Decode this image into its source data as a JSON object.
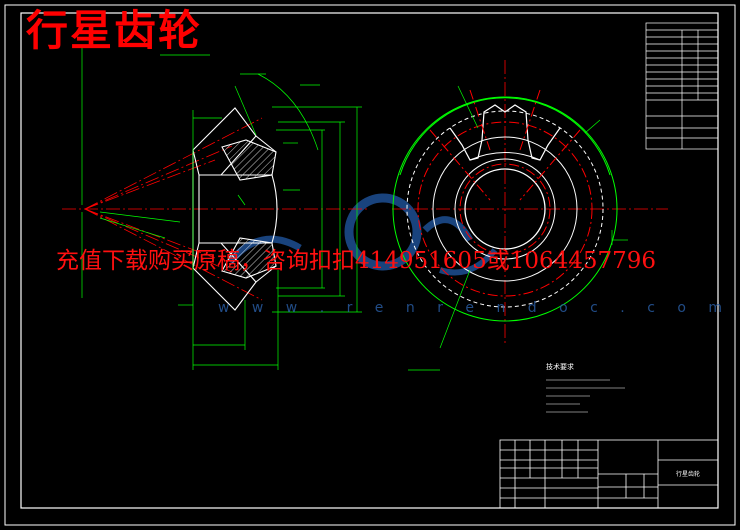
{
  "title": "行星齿轮",
  "watermark_text": "充值下载购买原稿，咨询扣扣414951605或1064457796",
  "url_text": "w w w . r e n r e n d o c . c o m",
  "technical_requirements_title": "技术要求",
  "title_block_name": "行星齿轮",
  "colors": {
    "background": "#000000",
    "frame": "#ffffff",
    "geometry": "#00ff00",
    "center_line": "#ff0000",
    "hatch": "#ffffff",
    "title": "#ff0000",
    "watermark_logo": "#1e4f93"
  }
}
